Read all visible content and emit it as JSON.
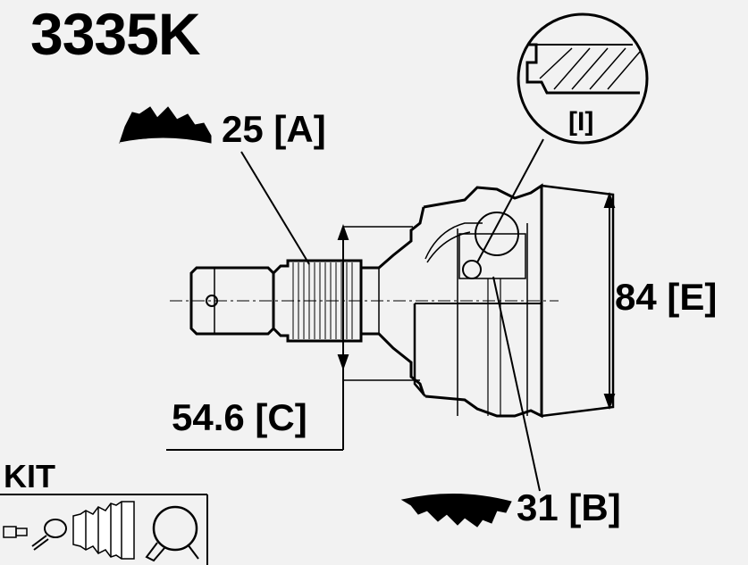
{
  "title": "3335K",
  "callouts": {
    "spline_a": "25 [A]",
    "diameter_c": "54.6 [C]",
    "diameter_e": "84 [E]",
    "spline_b": "31 [B]",
    "detail_i": "[I]"
  },
  "kit": {
    "title": "KIT",
    "items": [
      "bolt-icon",
      "clamp-small-icon",
      "boot-icon",
      "clamp-large-icon"
    ]
  },
  "colors": {
    "background": "#f2f2f2",
    "line": "#000000"
  }
}
